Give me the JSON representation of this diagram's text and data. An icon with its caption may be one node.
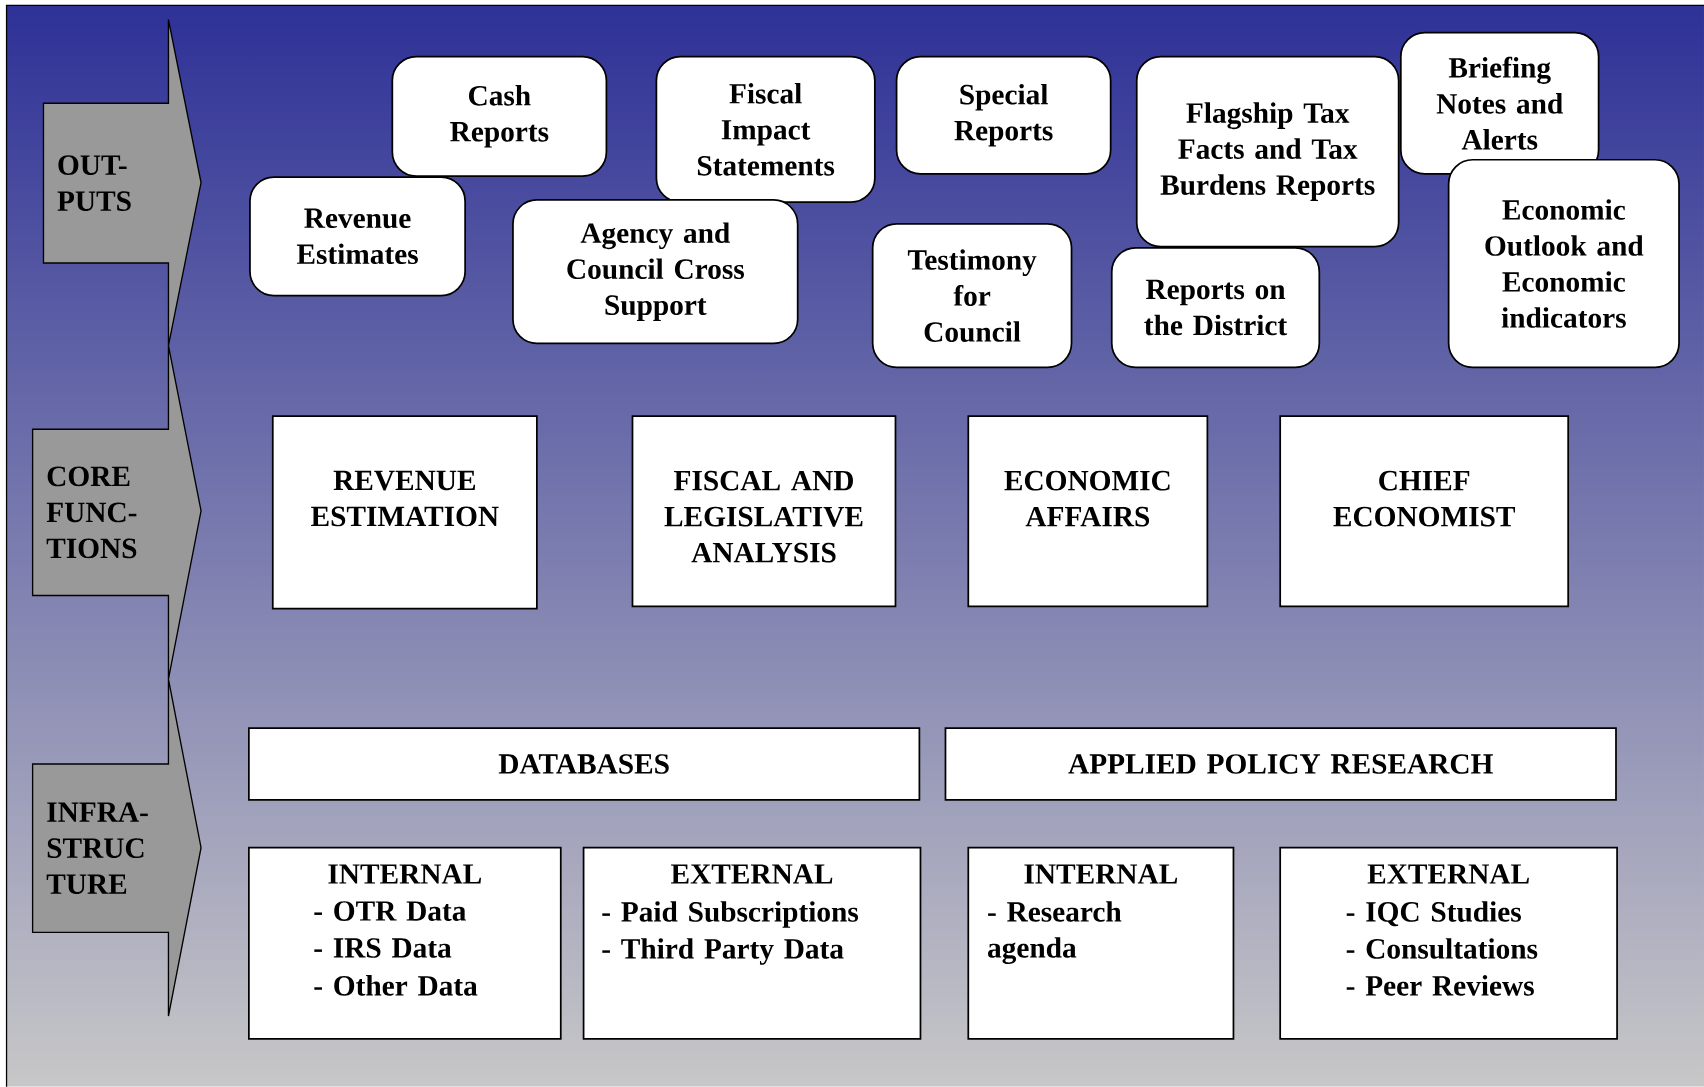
{
  "diagram": {
    "nodes": [
      {
        "text": [
          "OUT- PUTS"
        ]
      },
      {
        "text": [
          "Cash Reports"
        ]
      },
      {
        "text": [
          "Fiscal Impact Statements"
        ]
      },
      {
        "text": [
          "Special Reports"
        ]
      },
      {
        "text": [
          "Flagship Tax Facts and Tax Burdens Reports"
        ]
      },
      {
        "text": [
          "Briefing Notes and Alerts"
        ]
      },
      {
        "text": [
          "Revenue Estimates"
        ]
      },
      {
        "text": [
          "Agency and Council Cross Support"
        ]
      },
      {
        "text": [
          "Testimony for Council"
        ]
      },
      {
        "text": [
          "Reports on the District"
        ]
      },
      {
        "text": [
          "Economic Outlook and Economic indicators"
        ]
      },
      {
        "text": [
          "CORE FUNC- TIONS"
        ]
      },
      {
        "text": [
          "REVENUE ESTIMATION"
        ]
      },
      {
        "text": [
          "FISCAL AND LEGISLATIVE ANALYSIS"
        ]
      },
      {
        "text": [
          "ECONOMIC AFFAIRS"
        ]
      },
      {
        "text": [
          "CHIEF ECONOMIST"
        ]
      },
      {
        "text": [
          "INFRA- STRUC TURE"
        ]
      },
      {
        "text": [
          "DATABASES"
        ]
      },
      {
        "text": [
          "APPLIED POLICY RESEARCH"
        ]
      },
      {
        "text": [
          "INTERNAL",
          "- OTR Data",
          "- IRS Data",
          "- Other Data"
        ]
      },
      {
        "text": [
          "EXTERNAL",
          "- Paid Subscriptions",
          "- Third Party Data"
        ]
      },
      {
        "text": [
          "INTERNAL",
          "- Research agenda"
        ]
      },
      {
        "text": [
          "EXTERNAL",
          "- IQC Studies",
          "- Consultations",
          "- Peer Reviews"
        ]
      }
    ]
  }
}
